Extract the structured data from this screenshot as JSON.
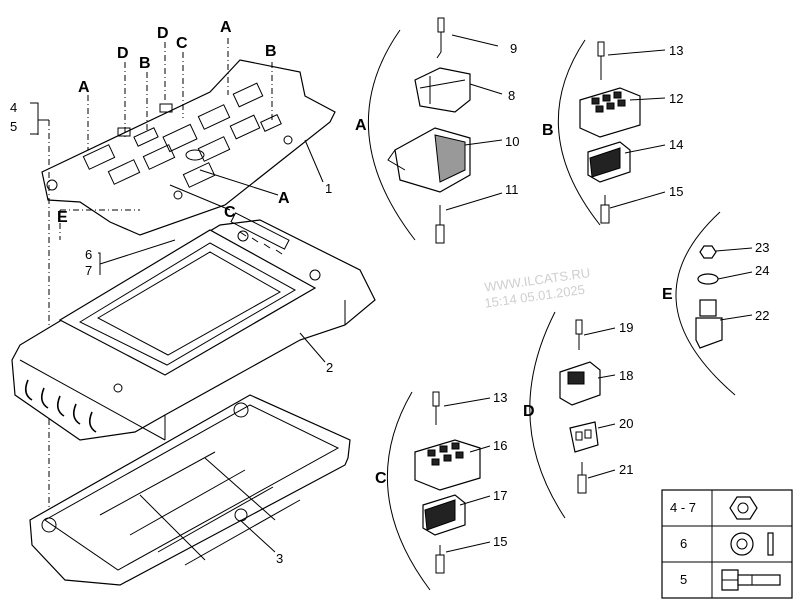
{
  "callouts": {
    "n1": "1",
    "n2": "2",
    "n3": "3",
    "n45_4": "4",
    "n45_5": "5",
    "n67_6": "6",
    "n67_7": "7",
    "n8": "8",
    "n9": "9",
    "n10": "10",
    "n11": "11",
    "n12": "12",
    "n13a": "13",
    "n14": "14",
    "n15a": "15",
    "n13b": "13",
    "n16": "16",
    "n17": "17",
    "n15b": "15",
    "n18": "18",
    "n19": "19",
    "n20": "20",
    "n21": "21",
    "n22": "22",
    "n23": "23",
    "n24": "24"
  },
  "plate_letters": {
    "a1": "A",
    "a2": "A",
    "a3": "A",
    "b1": "B",
    "b2": "B",
    "c1": "C",
    "c2": "C",
    "d1": "D",
    "d2": "D",
    "e": "E"
  },
  "groups": {
    "a": "A",
    "b": "B",
    "c": "C",
    "d": "D",
    "e": "E"
  },
  "watermark": {
    "line1": "WWW.ILCATS.RU",
    "line2": "15:14 05.01.2025"
  },
  "legend": {
    "row1": "4 - 7",
    "row2": "6",
    "row3": "5"
  }
}
